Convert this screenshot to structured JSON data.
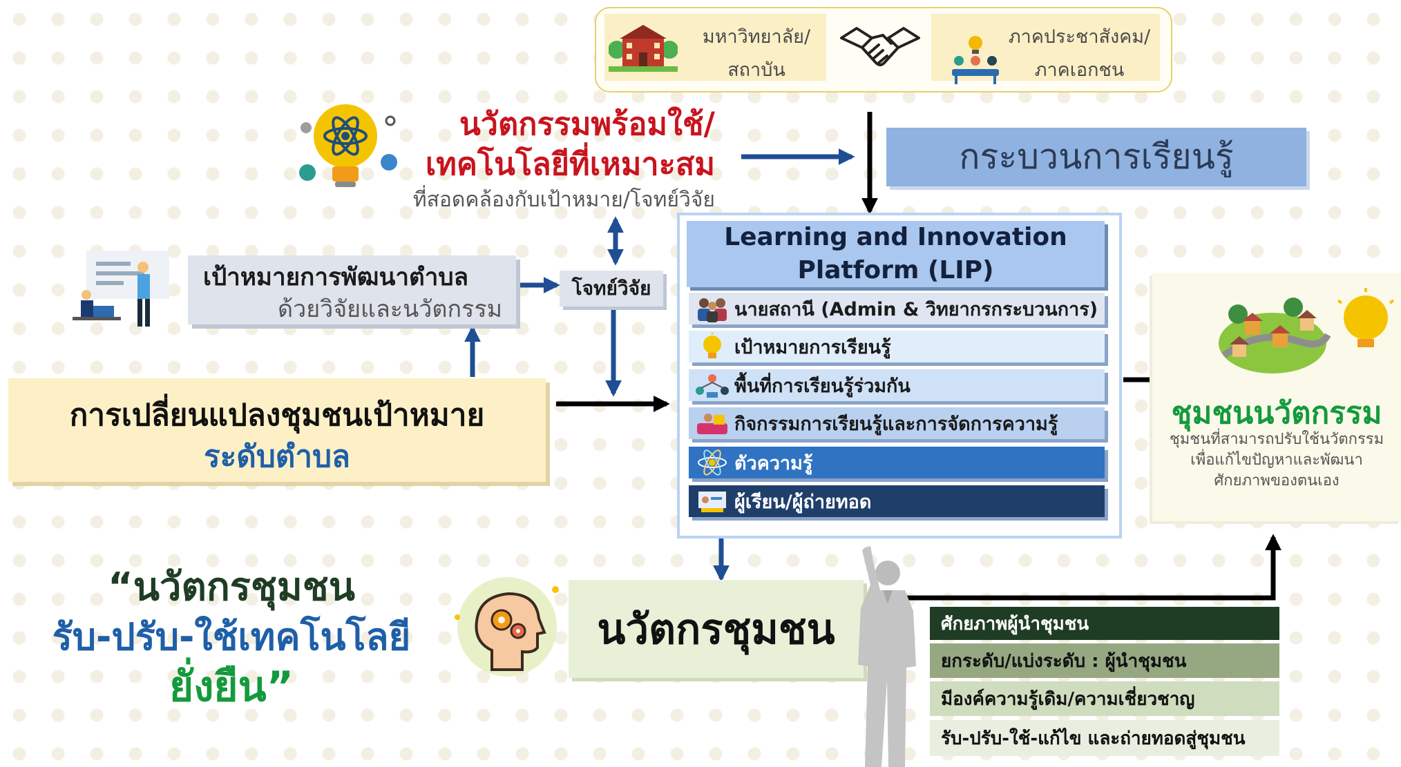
{
  "partners": {
    "university_line1": "มหาวิทยาลัย/",
    "university_line2": "สถาบัน",
    "civil_line1": "ภาคประชาสังคม/",
    "civil_line2": "ภาคเอกชน"
  },
  "innovation": {
    "title_line1": "นวัตกรรมพร้อมใช้/",
    "title_line2": "เทคโนโลยีที่เหมาะสม",
    "subtitle": "ที่สอดคล้องกับเป้าหมาย/โจทย์วิจัย"
  },
  "learning_process": "กระบวนการเรียนรู้",
  "goal": {
    "line1": "เป้าหมายการพัฒนาตำบล",
    "line2": "ด้วยวิจัยและนวัตกรรม"
  },
  "research_question": "โจทย์วิจัย",
  "transformation": {
    "line1": "การเปลี่ยนแปลงชุมชนเป้าหมาย",
    "line2": "ระดับตำบล"
  },
  "lip": {
    "title_line1": "Learning and Innovation",
    "title_line2": "Platform (LIP)",
    "rows": [
      {
        "label": "นายสถานี (Admin & วิทยากรกระบวนการ)"
      },
      {
        "label": "เป้าหมายการเรียนรู้"
      },
      {
        "label": "พื้นที่การเรียนรู้ร่วมกัน"
      },
      {
        "label": "กิจกรรมการเรียนรู้และการจัดการความรู้"
      },
      {
        "label": "ตัวความรู้"
      },
      {
        "label": "ผู้เรียน/ผู้ถ่ายทอด"
      }
    ]
  },
  "community_innovation": {
    "title": "ชุมชนนวัตกรรม",
    "desc_line1": "ชุมชนที่สามารถปรับใช้นวัตกรรม",
    "desc_line2": "เพื่อแก้ไขปัญหาและพัฒนา",
    "desc_line3": "ศักยภาพของตนเอง"
  },
  "slogan": {
    "line1": "“นวัตกรชุมชน",
    "line2": "รับ-ปรับ-ใช้เทคโนโลยี",
    "line3": "ยั่งยืน”"
  },
  "innovator": "นวัตกรชุมชน",
  "potential": {
    "rows": [
      {
        "label": "ศักยภาพผู้นำชุมชน"
      },
      {
        "label": "ยกระดับ/แบ่งระดับ   : ผู้นำชุมชน"
      },
      {
        "label": "มีองค์ความรู้เดิม/ความเชี่ยวชาญ"
      },
      {
        "label": "รับ-ปรับ-ใช้-แก้ไข และถ่ายทอดสู่ชุมชน"
      }
    ]
  },
  "colors": {
    "red_title": "#c8141e",
    "blue_accent": "#1f5fa8",
    "green_dark": "#1f3d25",
    "green_title": "#149a3c",
    "arrow_blue": "#1f4e94"
  }
}
